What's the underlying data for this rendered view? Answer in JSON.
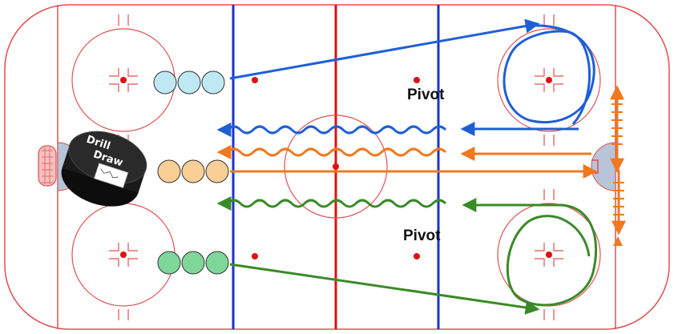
{
  "colors": {
    "ice": "#ffffff",
    "boards": "#e05050",
    "red_line": "#e01010",
    "blue_line": "#1a33cc",
    "crease": "#b8c4d8",
    "blue_route": "#1f5fd6",
    "orange_route": "#f07820",
    "green_route": "#3a8a28",
    "blue_players": "#bfe8f4",
    "orange_players": "#f9cf96",
    "green_players": "#7fd69a",
    "puck": "#1a1a1a"
  },
  "labels": {
    "pivot_top": "Pivot",
    "pivot_bottom": "Pivot"
  },
  "logo": {
    "line1": "Drill",
    "line2": "Draw"
  },
  "lines": {
    "players_blue_count": 3,
    "players_orange_count": 3,
    "players_green_count": 3
  }
}
